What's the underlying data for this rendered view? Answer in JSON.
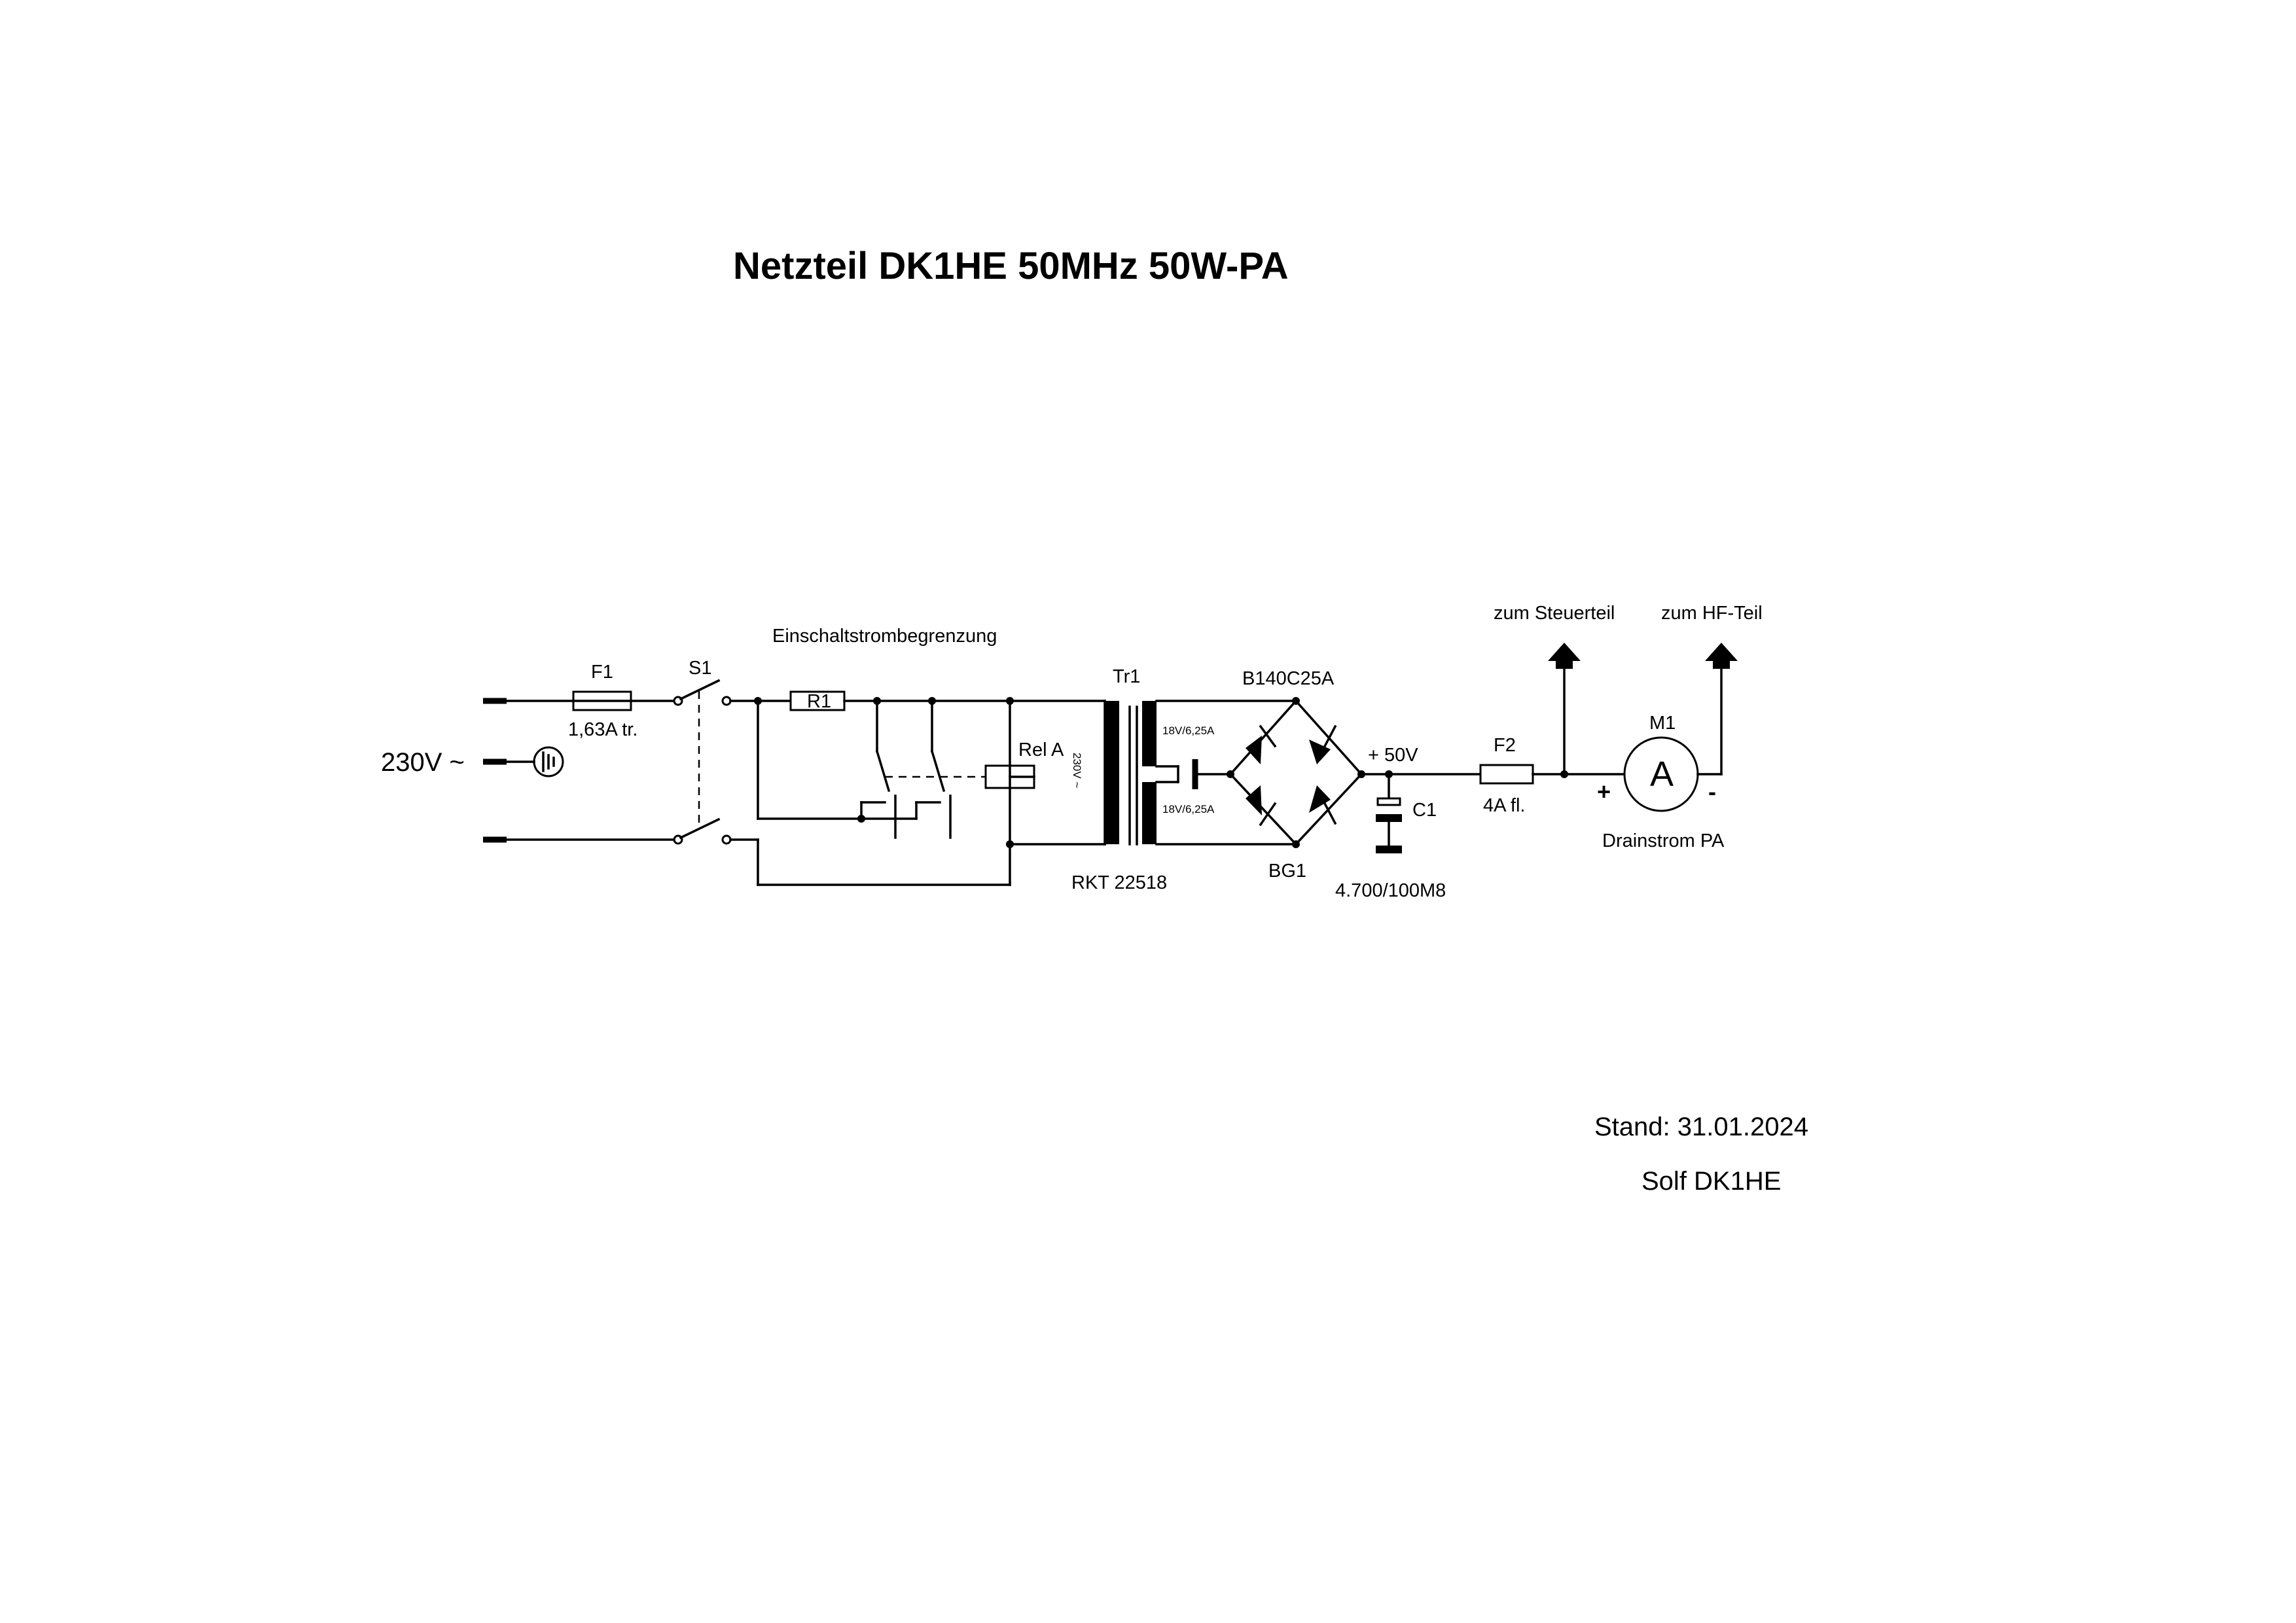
{
  "title": "Netzteil DK1HE 50MHz 50W-PA",
  "labels": {
    "mains": "230V ~",
    "f1": "F1",
    "f1_value": "1,63A tr.",
    "s1": "S1",
    "inrush": "Einschaltstrombegrenzung",
    "r1": "R1",
    "rel_a": "Rel A",
    "tr1": "Tr1",
    "tr1_primary": "230V ~",
    "tr1_secondary_top": "18V/6,25A",
    "tr1_secondary_bottom": "18V/6,25A",
    "tr1_type": "RKT 22518",
    "bridge_type": "B140C25A",
    "bg1": "BG1",
    "voltage": "+ 50V",
    "c1": "C1",
    "c1_value": "4.700/100M8",
    "f2": "F2",
    "f2_value": "4A fl.",
    "to_control": "zum Steuerteil",
    "to_hf": "zum HF-Teil",
    "m1": "M1",
    "ammeter_symbol": "A",
    "plus": "+",
    "minus": "-",
    "drain_current": "Drainstrom PA"
  },
  "footer": {
    "date": "Stand: 31.01.2024",
    "author": "Solf  DK1HE"
  }
}
